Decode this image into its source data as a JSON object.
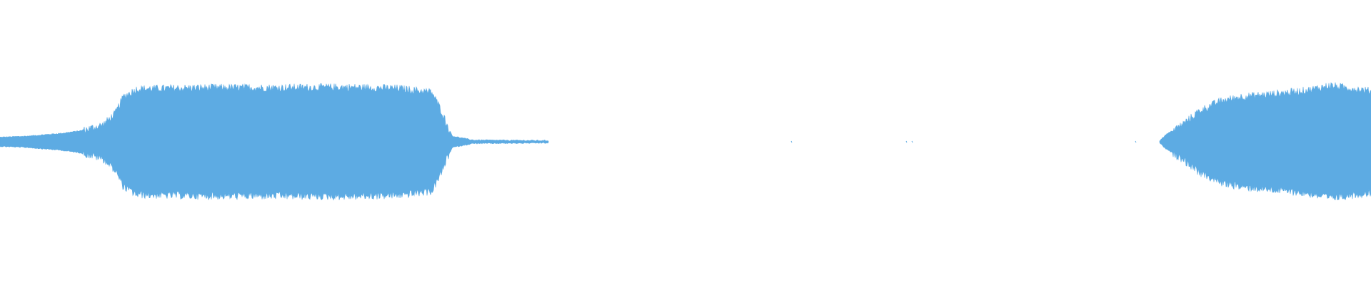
{
  "waveform": {
    "color": "#5dabe3",
    "background": "#ffffff",
    "segments": [
      {
        "name": "segment-1",
        "envelope": [
          [
            0.0,
            0.08
          ],
          [
            0.02,
            0.1
          ],
          [
            0.045,
            0.15
          ],
          [
            0.06,
            0.2
          ],
          [
            0.075,
            0.3
          ],
          [
            0.084,
            0.5
          ],
          [
            0.09,
            0.8
          ],
          [
            0.1,
            0.94
          ],
          [
            0.15,
            0.96
          ],
          [
            0.2,
            0.96
          ],
          [
            0.25,
            0.97
          ],
          [
            0.29,
            0.95
          ],
          [
            0.315,
            0.88
          ],
          [
            0.322,
            0.55
          ],
          [
            0.326,
            0.3
          ],
          [
            0.33,
            0.1
          ],
          [
            0.345,
            0.03
          ],
          [
            0.4,
            0.02
          ]
        ]
      },
      {
        "name": "segment-2",
        "envelope": [
          [
            0.846,
            0.02
          ],
          [
            0.85,
            0.12
          ],
          [
            0.862,
            0.3
          ],
          [
            0.875,
            0.55
          ],
          [
            0.89,
            0.72
          ],
          [
            0.905,
            0.8
          ],
          [
            0.93,
            0.85
          ],
          [
            0.955,
            0.92
          ],
          [
            0.97,
            1.0
          ],
          [
            0.985,
            0.95
          ],
          [
            1.0,
            0.9
          ]
        ]
      }
    ],
    "blips": [
      0.577,
      0.661,
      0.665,
      0.828
    ]
  }
}
